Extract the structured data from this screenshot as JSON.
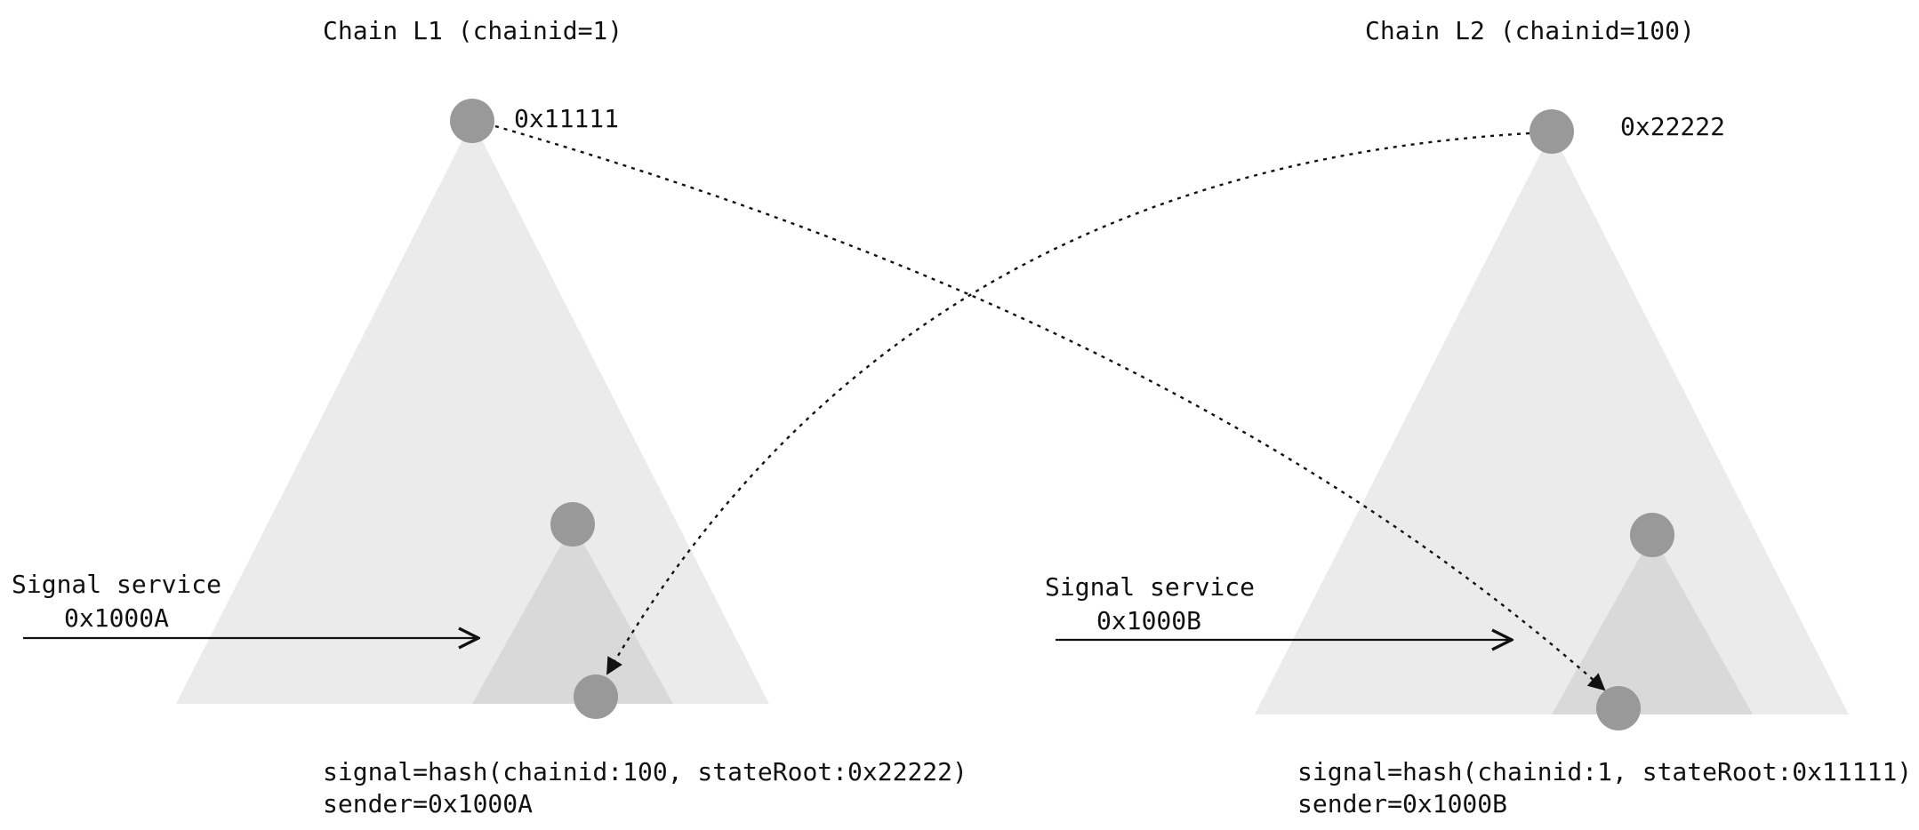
{
  "colors": {
    "background": "#ffffff",
    "outer_tree": "#ebebeb",
    "inner_tree": "#d9d9d9",
    "node": "#999999",
    "line": "#111111",
    "text": "#111111"
  },
  "chains": {
    "l1": {
      "title": "Chain L1 (chainid=1)",
      "root_hash": "0x11111",
      "signal_service_label": "Signal service",
      "signal_service_address": "0x1000A",
      "signal_text": "signal=hash(chainid:100, stateRoot:0x22222)",
      "sender_text": "sender=0x1000A"
    },
    "l2": {
      "title": "Chain L2 (chainid=100)",
      "root_hash": "0x22222",
      "signal_service_label": "Signal service",
      "signal_service_address": "0x1000B",
      "signal_text": "signal=hash(chainid:1, stateRoot:0x11111)",
      "sender_text": "sender=0x1000B"
    }
  }
}
